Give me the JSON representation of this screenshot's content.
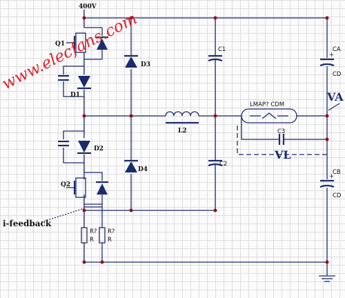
{
  "watermark": "www.elecfans.com",
  "supply": {
    "voltage": "400V"
  },
  "components": {
    "q1": "Q1",
    "q2": "Q2",
    "d1": "D1",
    "d2": "D2",
    "d3": "D3",
    "d4": "D4",
    "c1": "C1",
    "c2": "C2",
    "c3": "C3",
    "ca": "CA",
    "cb": "CB",
    "cd_top": "CD",
    "cd_bottom": "CD",
    "l2": "L2",
    "lamp": "LMAP? CDM",
    "r1_ref": "R?",
    "r1_val": "R",
    "r2_ref": "R?",
    "r2_val": "R"
  },
  "labels": {
    "va": "VA",
    "vl": "VL",
    "feedback": "i-feedback"
  },
  "colors": {
    "wire": "#1c2a6e",
    "node": "#8a1020",
    "watermark": "#e0222c",
    "grid": "#dcdcdc"
  }
}
